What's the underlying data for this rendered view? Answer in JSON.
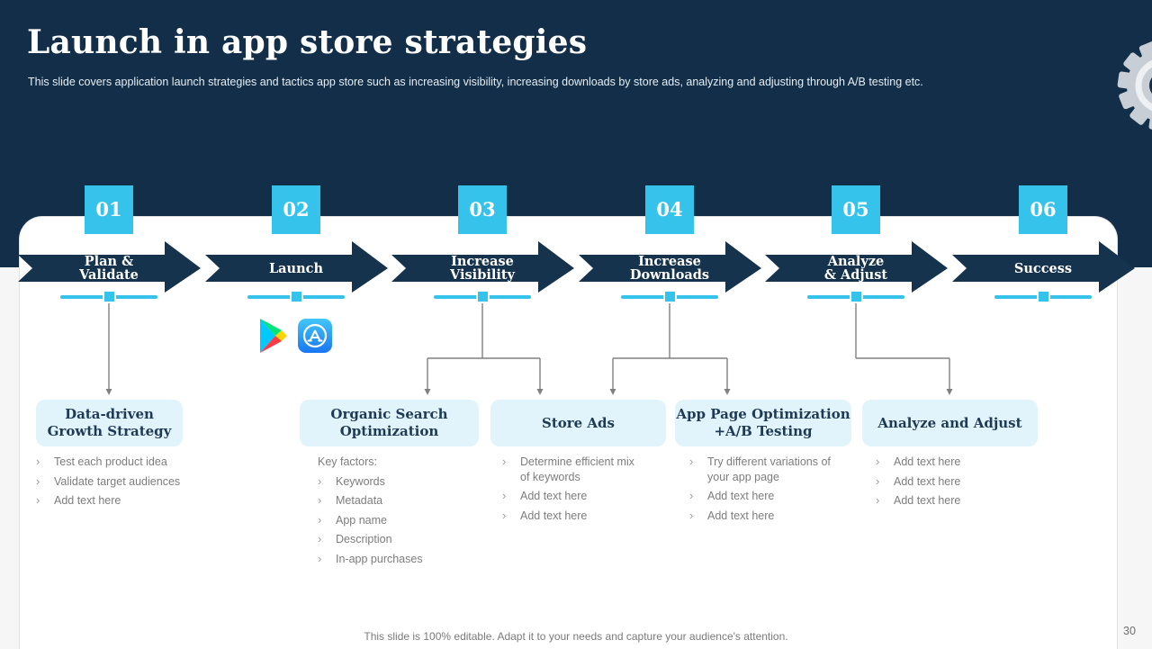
{
  "slide": {
    "title": "Launch in app store strategies",
    "subtitle": "This slide covers application launch strategies and tactics app store such as increasing visibility, increasing downloads by store ads, analyzing and adjusting through A/B testing etc.",
    "footer": "This slide is 100% editable. Adapt it to your needs and capture your audience's attention.",
    "page_number": "30"
  },
  "colors": {
    "background_navy": "#122E49",
    "arrow_navy": "#16334E",
    "accent_cyan": "#35C3EC",
    "branch_box_blue": "#E2F4FB",
    "branch_title_navy": "#1E3A55",
    "body_gray": "#7D7D7D",
    "connector_gray": "#808080",
    "gear_gray": "#C7CED5"
  },
  "steps": [
    {
      "number": "01",
      "label": "Plan & Validate",
      "label_lines": [
        "Plan &",
        "Validate"
      ]
    },
    {
      "number": "02",
      "label": "Launch",
      "label_lines": [
        "Launch"
      ]
    },
    {
      "number": "03",
      "label": "Increase Visibility",
      "label_lines": [
        "Increase",
        "Visibility"
      ]
    },
    {
      "number": "04",
      "label": "Increase Downloads",
      "label_lines": [
        "Increase",
        "Downloads"
      ]
    },
    {
      "number": "05",
      "label": "Analyze & Adjust",
      "label_lines": [
        "Analyze",
        "& Adjust"
      ]
    },
    {
      "number": "06",
      "label": "Success",
      "label_lines": [
        "Success"
      ]
    }
  ],
  "branches": [
    {
      "title": "Data-driven Growth Strategy",
      "title_lines": [
        "Data-driven",
        "Growth Strategy"
      ],
      "intro": null,
      "bullets": [
        "Test each product idea",
        "Validate target audiences",
        "Add text here"
      ]
    },
    {
      "title": "Organic Search Optimization",
      "title_lines": [
        "Organic Search",
        "Optimization"
      ],
      "intro": "Key factors:",
      "bullets": [
        "Keywords",
        "Metadata",
        "App name",
        "Description",
        "In-app purchases"
      ]
    },
    {
      "title": "Store Ads",
      "title_lines": [
        "Store Ads"
      ],
      "intro": null,
      "bullets": [
        "Determine efficient mix of keywords",
        "Add text here",
        "Add text here"
      ]
    },
    {
      "title": "App Page Optimization +A/B Testing",
      "title_lines": [
        "App Page Optimization",
        "+A/B Testing"
      ],
      "intro": null,
      "bullets": [
        "Try different variations of your app page",
        "Add text here",
        "Add text here"
      ]
    },
    {
      "title": "Analyze and Adjust",
      "title_lines": [
        "Analyze and Adjust"
      ],
      "intro": null,
      "bullets": [
        "Add text here",
        "Add text here",
        "Add text here"
      ]
    }
  ],
  "icons": {
    "gear": "gear-icon",
    "google_play": "google-play-icon",
    "app_store": "app-store-icon"
  }
}
